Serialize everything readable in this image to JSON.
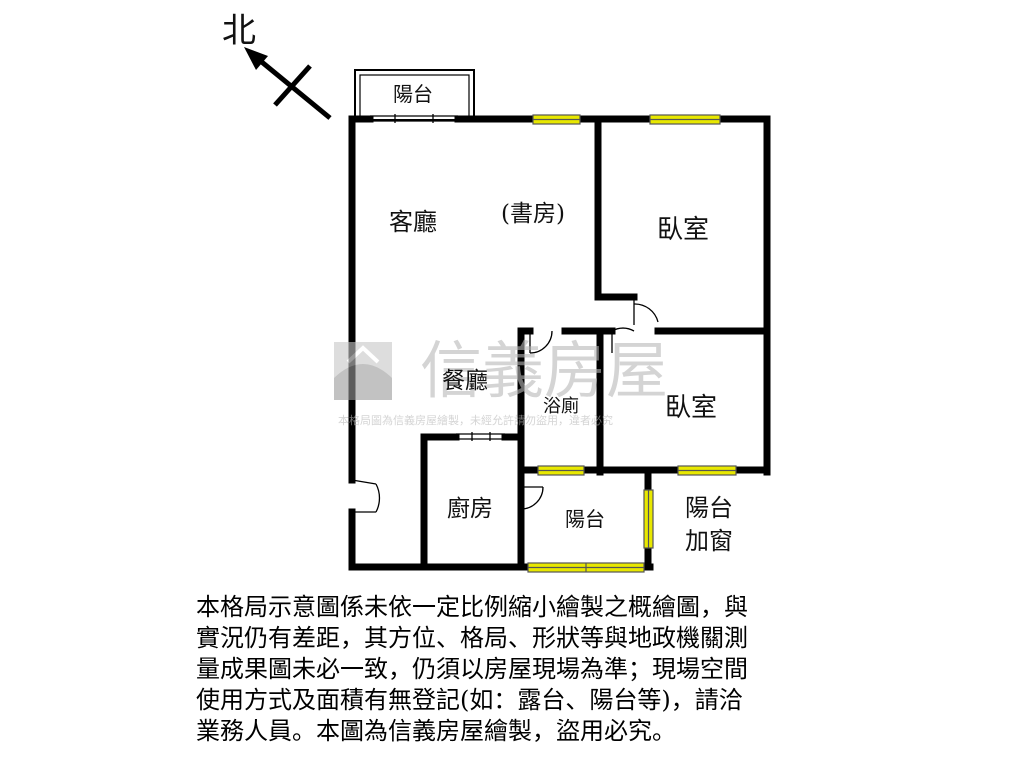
{
  "compass": {
    "north_label": "北"
  },
  "rooms": {
    "balcony_top": "陽台",
    "living_room": "客廳",
    "study": "(書房)",
    "bedroom_1": "臥室",
    "bedroom_2": "臥室",
    "dining_room": "餐廳",
    "bathroom": "浴廁",
    "kitchen": "廚房",
    "balcony_bottom": "陽台",
    "balcony_window_line1": "陽台",
    "balcony_window_line2": "加窗"
  },
  "watermark": {
    "brand": "信義房屋",
    "notice": "本格局圖為信義房屋繪製，未經允許請勿盜用，違者必究"
  },
  "disclaimer": {
    "lines": [
      "本格局示意圖係未依一定比例縮小繪製之概繪圖，與",
      "實況仍有差距，其方位、格局、形狀等與地政機關測",
      "量成果圖未必一致，仍須以房屋現場為準；現場空間",
      "使用方式及面積有無登記(如：露台、陽台等)，請洽",
      "業務人員。本圖為信義房屋繪製，盜用必究。"
    ]
  },
  "colors": {
    "wall": "#000000",
    "window_fill": "#e8e800",
    "window_stroke": "#555555",
    "watermark": "#c8c8c8"
  }
}
